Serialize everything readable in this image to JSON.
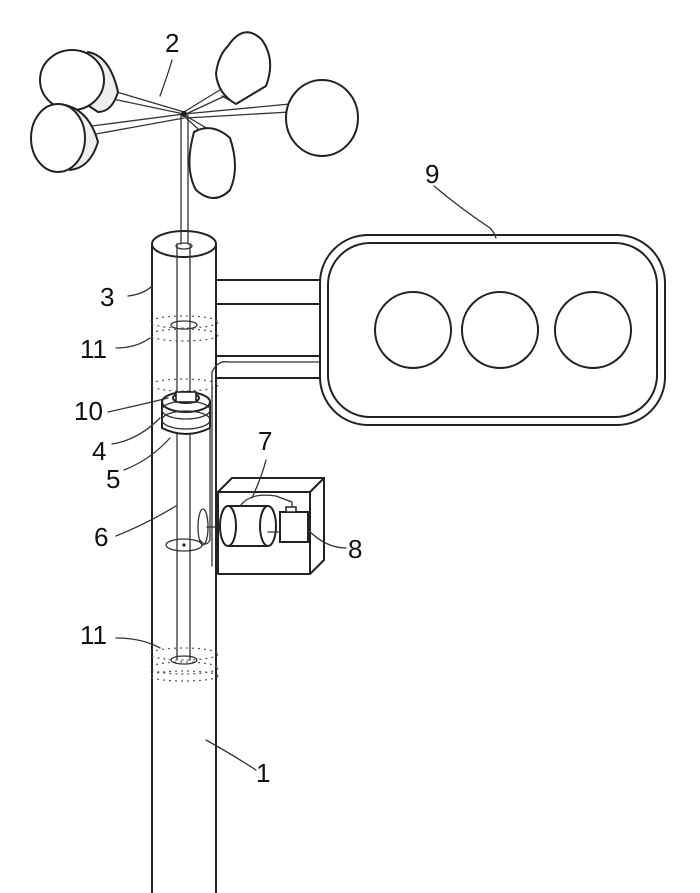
{
  "figure": {
    "labels": [
      {
        "id": "pole",
        "text": "1"
      },
      {
        "id": "anemometer-cups",
        "text": "2"
      },
      {
        "id": "tube",
        "text": "3"
      },
      {
        "id": "bearing",
        "text": "4"
      },
      {
        "id": "pulley",
        "text": "5"
      },
      {
        "id": "shaft",
        "text": "6"
      },
      {
        "id": "generator",
        "text": "7"
      },
      {
        "id": "battery",
        "text": "8"
      },
      {
        "id": "signal-light",
        "text": "9"
      },
      {
        "id": "coupling",
        "text": "10"
      },
      {
        "id": "support-ring-upper",
        "text": "11"
      },
      {
        "id": "support-ring-lower",
        "text": "11"
      }
    ]
  }
}
